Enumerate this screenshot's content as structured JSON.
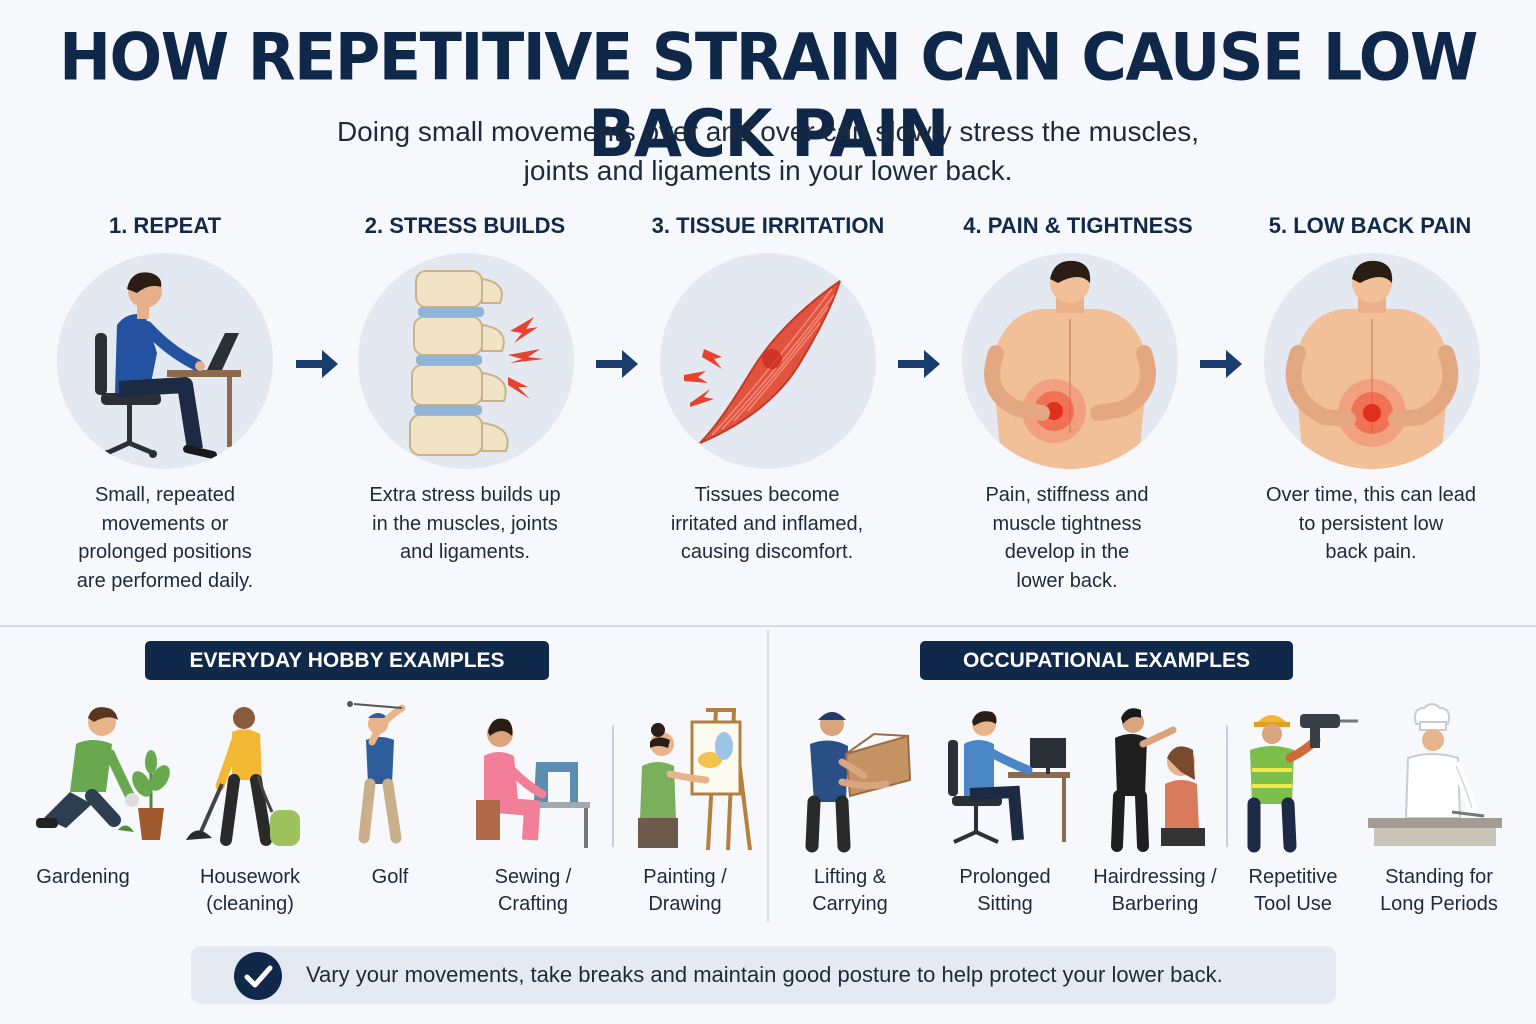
{
  "title": "HOW REPETITIVE STRAIN CAN CAUSE LOW BACK PAIN",
  "subtitle_line1": "Doing small movements over and over can slowly stress the muscles,",
  "subtitle_line2": "joints and ligaments in your lower back.",
  "steps": [
    {
      "title": "1. REPEAT",
      "lines": [
        "Small, repeated",
        "movements or",
        "prolonged positions",
        "are performed daily."
      ]
    },
    {
      "title": "2. STRESS BUILDS",
      "lines": [
        "Extra stress builds up",
        "in the muscles, joints",
        "and ligaments."
      ]
    },
    {
      "title": "3. TISSUE IRRITATION",
      "lines": [
        "Tissues become",
        "irritated and inflamed,",
        "causing discomfort."
      ]
    },
    {
      "title": "4. PAIN & TIGHTNESS",
      "lines": [
        "Pain, stiffness and",
        "muscle tightness",
        "develop in the",
        "lower back."
      ]
    },
    {
      "title": "5. LOW BACK PAIN",
      "lines": [
        "Over time, this can lead",
        "to persistent low",
        "back pain."
      ]
    }
  ],
  "hobby_heading": "EVERYDAY HOBBY EXAMPLES",
  "occupation_heading": "OCCUPATIONAL EXAMPLES",
  "hobbies": [
    {
      "lines": [
        "Gardening"
      ],
      "icon": "gardening-person-icon"
    },
    {
      "lines": [
        "Housework",
        "(cleaning)"
      ],
      "icon": "vacuuming-person-icon"
    },
    {
      "lines": [
        "Golf"
      ],
      "icon": "golfer-icon"
    },
    {
      "lines": [
        "Sewing /",
        "Crafting"
      ],
      "icon": "sewing-person-icon"
    },
    {
      "lines": [
        "Painting /",
        "Drawing"
      ],
      "icon": "painter-easel-icon"
    }
  ],
  "occupations": [
    {
      "lines": [
        "Lifting &",
        "Carrying"
      ],
      "icon": "lifting-box-icon"
    },
    {
      "lines": [
        "Prolonged",
        "Sitting"
      ],
      "icon": "desk-worker-icon"
    },
    {
      "lines": [
        "Hairdressing /",
        "Barbering"
      ],
      "icon": "hairdresser-icon"
    },
    {
      "lines": [
        "Repetitive",
        "Tool Use"
      ],
      "icon": "drill-worker-icon"
    },
    {
      "lines": [
        "Standing for",
        "Long Periods"
      ],
      "icon": "chef-standing-icon"
    }
  ],
  "tip": "Vary your movements, take breaks and maintain good posture to help protect your lower back.",
  "colors": {
    "navy": "#10284a",
    "pain_red": "#e8412f",
    "circle_bg": "#e3e8f1",
    "arrow": "#1a3d6e"
  }
}
